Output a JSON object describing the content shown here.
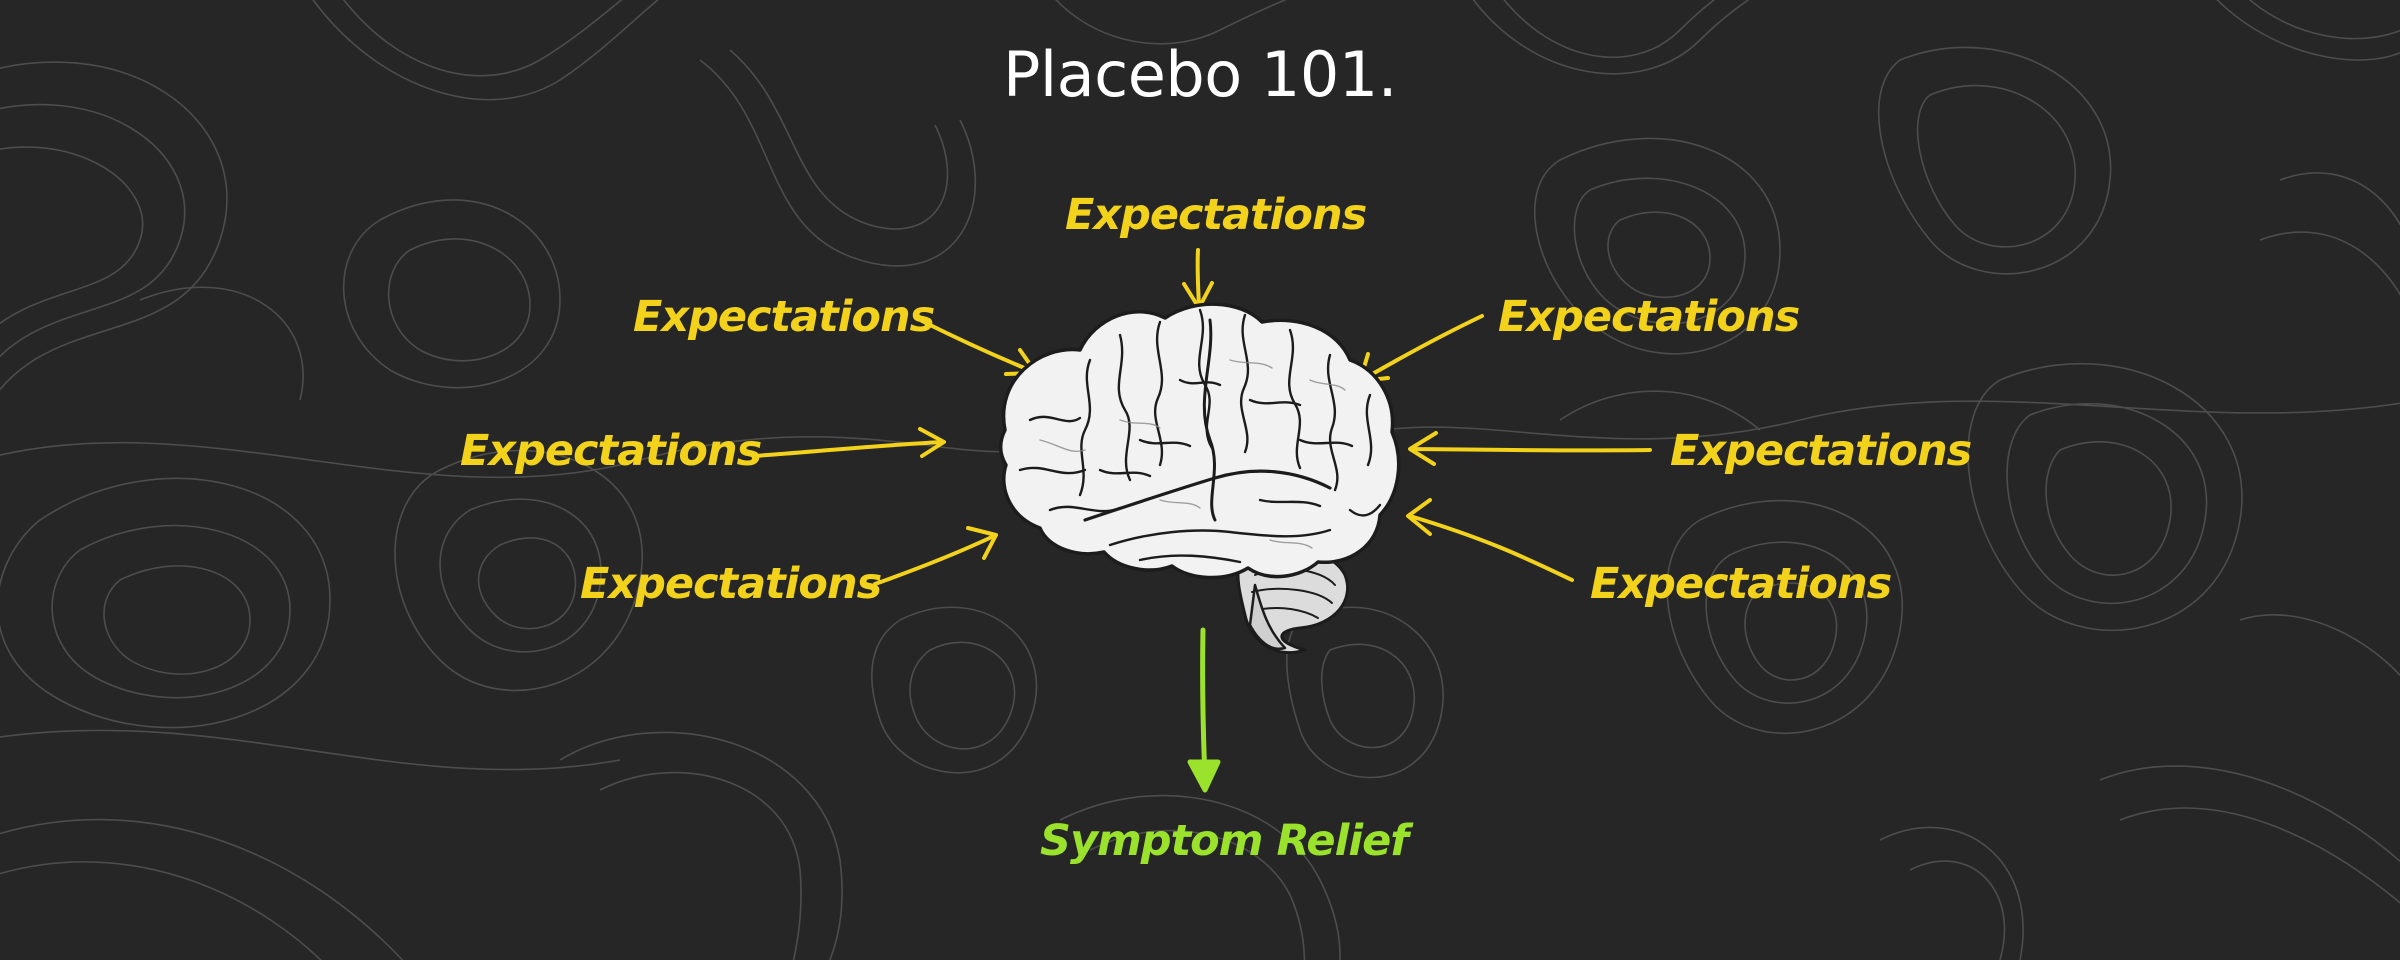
{
  "title": "Placebo 101.",
  "expectation_labels": [
    "Expectations",
    "Expectations",
    "Expectations",
    "Expectations",
    "Expectations",
    "Expectations",
    "Expectations"
  ],
  "outcome_label": "Symptom Relief",
  "colors": {
    "background": "#262626",
    "contour_lines": "#5a5a5a",
    "title": "#ffffff",
    "expectations": "#f2d21b",
    "outcome": "#9be22d",
    "brain_fill": "#f2f2f2",
    "brain_lines": "#1c1c1c"
  },
  "icons": [
    "brain-illustration",
    "arrow-icon"
  ]
}
